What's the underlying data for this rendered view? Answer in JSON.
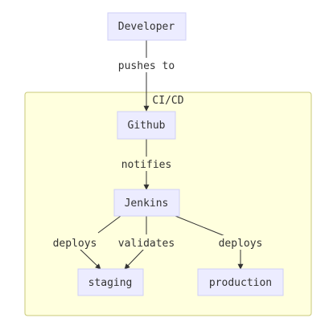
{
  "cluster": {
    "label": "CI/CD"
  },
  "nodes": {
    "developer": "Developer",
    "github": "Github",
    "jenkins": "Jenkins",
    "staging": "staging",
    "production": "production"
  },
  "edges": {
    "developer_github": "pushes to",
    "github_jenkins": "notifies",
    "jenkins_staging_deploy": "deploys",
    "jenkins_staging_validate": "validates",
    "jenkins_production": "deploys"
  },
  "colors": {
    "node_fill": "#ececff",
    "node_stroke": "#cfcff7",
    "cluster_fill": "#ffffde",
    "cluster_stroke": "#c8c87a",
    "edge": "#333333"
  }
}
